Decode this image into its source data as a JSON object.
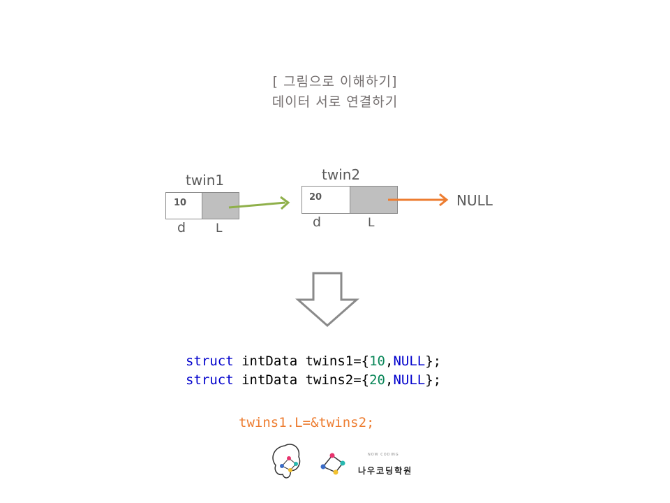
{
  "title": {
    "line1": "[ 그림으로 이해하기]",
    "line2": "데이터 서로 연결하기"
  },
  "nodes": [
    {
      "name": "twin1",
      "d_value": "10",
      "d_label": "d",
      "l_label": "L"
    },
    {
      "name": "twin2",
      "d_value": "20",
      "d_label": "d",
      "l_label": "L"
    }
  ],
  "null_label": "NULL",
  "colors": {
    "green_arrow": "#8fb04a",
    "orange_arrow": "#ed7d31",
    "node_pointer": "#bfbfbf",
    "keyword": "#0000cc",
    "number": "#098658"
  },
  "code": {
    "line1": {
      "kw": "struct",
      "mid": " intData twins1={",
      "num": "10",
      "comma": ",",
      "null": "NULL",
      "end": "};"
    },
    "line2": {
      "kw": "struct",
      "mid": " intData twins2={",
      "num": "20",
      "comma": ",",
      "null": "NULL",
      "end": "};"
    },
    "assignment": "twins1.L=&twins2;"
  },
  "logo": {
    "text": "나우코딩학원",
    "arc_text": "NOW CODING"
  }
}
